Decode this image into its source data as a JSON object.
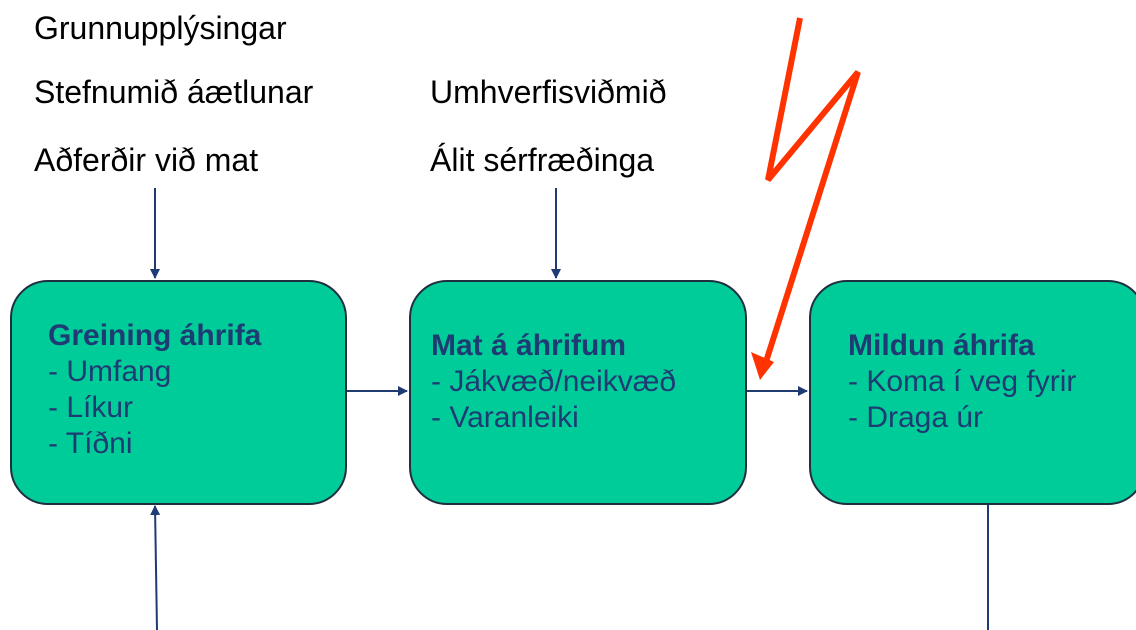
{
  "inputs_left": [
    "Grunnupplýsingar",
    "Stefnumið áætlunar",
    "Aðferðir við mat"
  ],
  "inputs_middle": [
    "Umhverfisviðmið",
    "Álit sérfræðinga"
  ],
  "boxes": [
    {
      "title": "Greining áhrifa",
      "items": [
        "- Umfang",
        "- Líkur",
        "- Tíðni"
      ]
    },
    {
      "title": "Mat á áhrifum",
      "items": [
        "- Jákvæð/neikvæð",
        "- Varanleiki"
      ]
    },
    {
      "title": "Mildun áhrifa",
      "items": [
        "- Koma í veg fyrir",
        "- Draga úr"
      ]
    }
  ],
  "colors": {
    "box_fill": "#00cc99",
    "box_text": "#1f3b73",
    "connector": "#1f3b73",
    "lightning": "#ff3300"
  }
}
